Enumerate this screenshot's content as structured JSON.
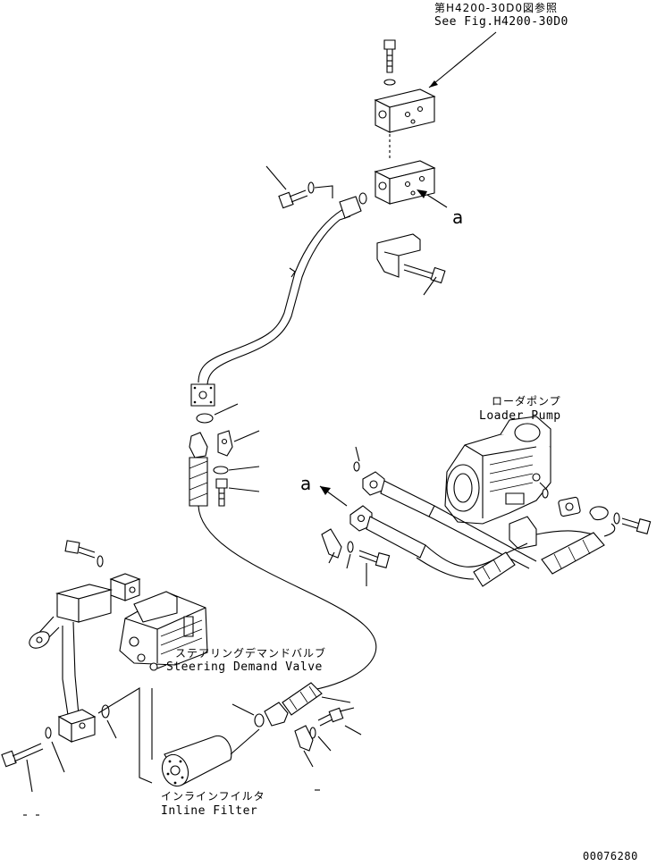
{
  "labels": {
    "ref_jp": "第H4200-30D0図参照",
    "ref_en": "See Fig.H4200-30D0",
    "letter_a_top": "a",
    "letter_a_mid": "a",
    "pump_jp": "ローダポンプ",
    "pump_en": "Loader Pump",
    "steer_jp": "ステアリングデマンドバルブ",
    "steer_en": "Steering Demand Valve",
    "filter_jp": "インラインフイルタ",
    "filter_en": "Inline Filter",
    "drawing_no": "00076280"
  }
}
